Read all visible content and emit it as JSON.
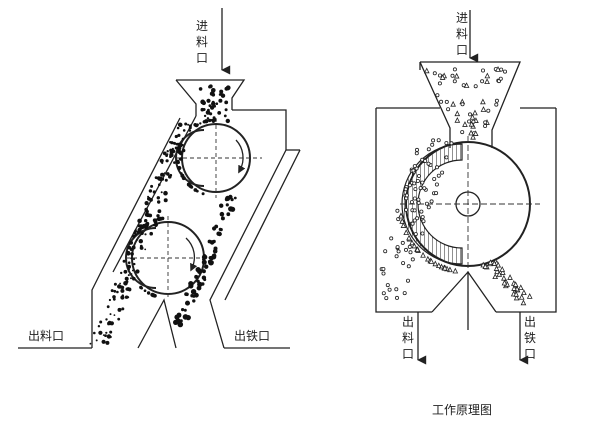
{
  "left_diagram": {
    "inlet_chars": [
      "进",
      "料",
      "口"
    ],
    "outlet_material": "出料口",
    "outlet_iron": "出铁口"
  },
  "right_diagram": {
    "inlet_chars": [
      "进",
      "料",
      "口"
    ],
    "outlet_material_chars": [
      "出",
      "料",
      "口"
    ],
    "outlet_iron_chars": [
      "出",
      "铁",
      "口"
    ]
  },
  "caption": "工作原理图"
}
